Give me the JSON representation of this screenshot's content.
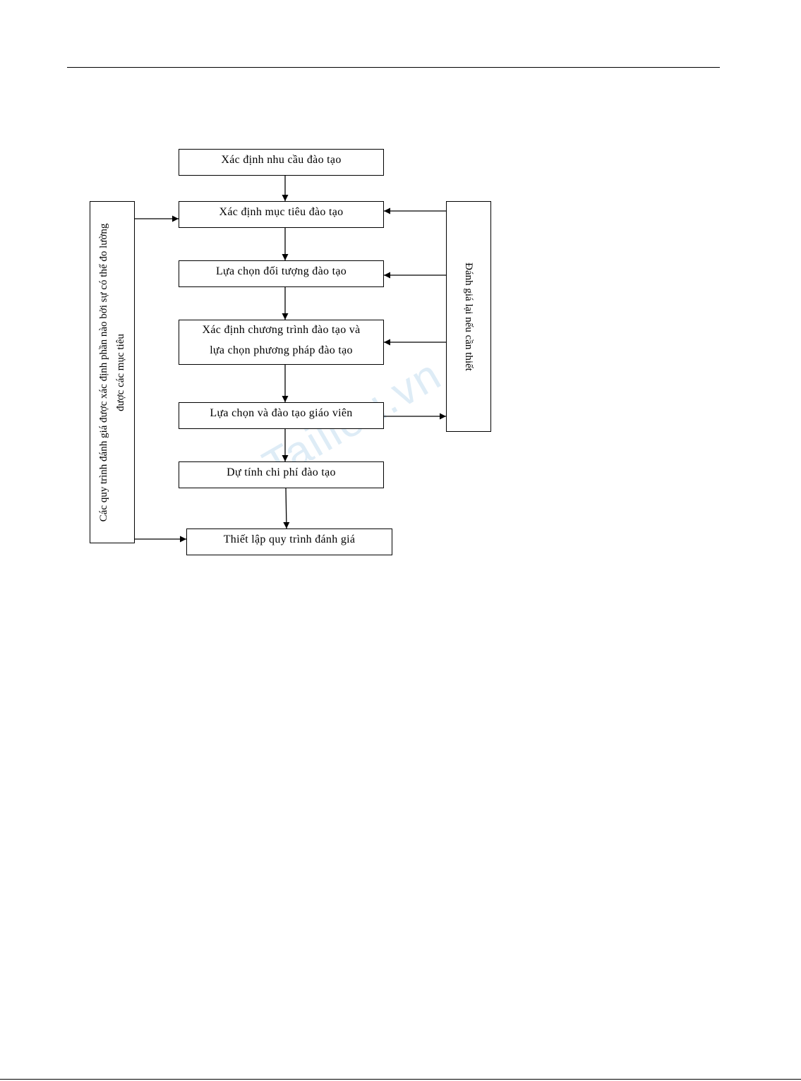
{
  "flowchart": {
    "steps": [
      "Xác định nhu cầu đào tạo",
      "Xác định mục tiêu đào tạo",
      "Lựa chọn đối tượng đào tạo",
      "Xác định chương trình đào tạo và\nlựa chọn phương pháp đào tạo",
      "Lựa chọn và đào tạo giáo viên",
      "Dự tính chi phí đào tạo",
      "Thiết lập quy trình đánh giá"
    ],
    "left_box": "Các quy trình đánh giá được xác định phần nào bởi sự có thể đo lường\nđược các mục tiêu",
    "right_box": "Đánh giá lại nếu cần thiết"
  },
  "watermark": "Tailieu.vn"
}
